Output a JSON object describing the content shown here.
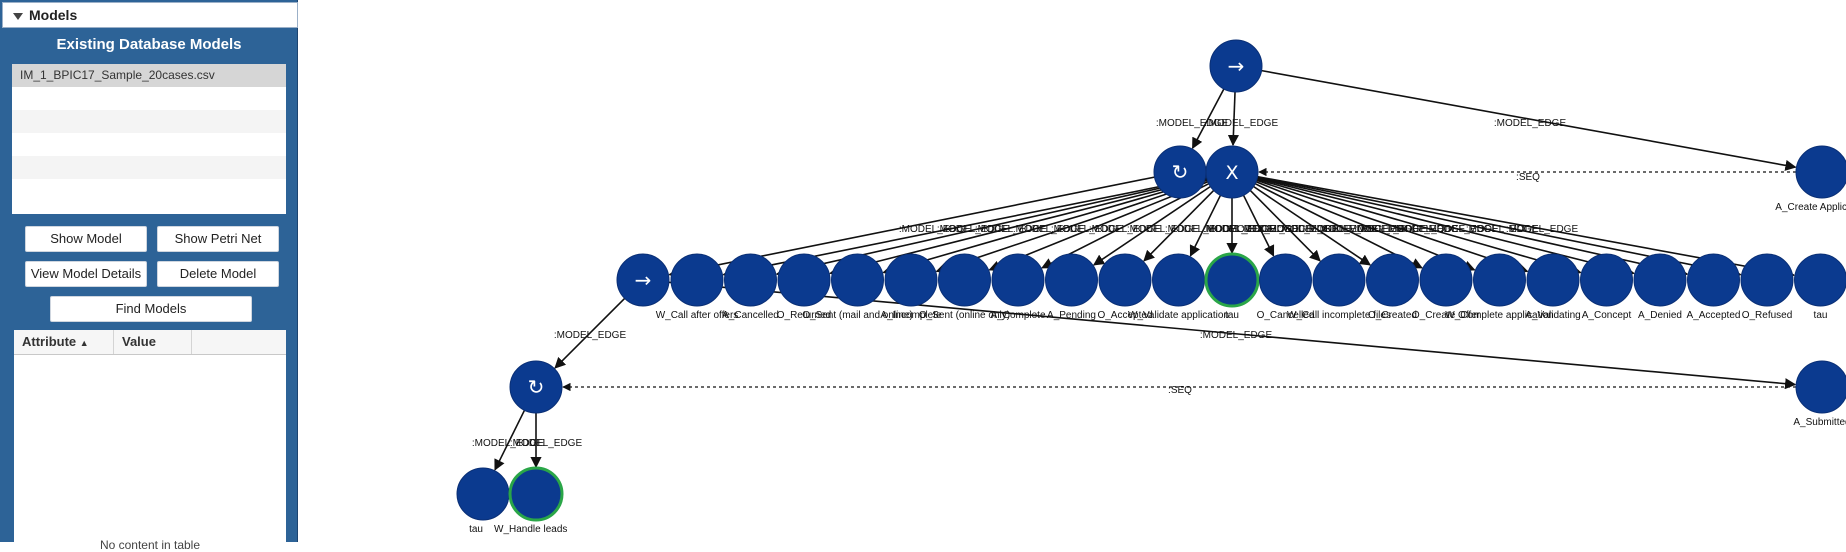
{
  "sidebar": {
    "section_title": "Models",
    "existing_title": "Existing Database Models",
    "model_list": [
      "IM_1_BPIC17_Sample_20cases.csv",
      "",
      "",
      "",
      "",
      ""
    ],
    "buttons": {
      "show_model": "Show Model",
      "show_petri_net": "Show Petri Net",
      "view_model_details": "View Model Details",
      "delete_model": "Delete Model",
      "find_models": "Find Models"
    },
    "table": {
      "columns": [
        "Attribute",
        "Value"
      ],
      "empty_text": "No content in table"
    }
  },
  "graph": {
    "edge_label_model": ":MODEL_EDGE",
    "edge_label_seq": ":SEQ",
    "operators": {
      "seq": "→",
      "loop": "↻",
      "xor": "X"
    },
    "activities": [
      "W_Call after offers",
      "A_Cancelled",
      "O_Returned",
      "O_Sent (mail and online)",
      "A_Incomplete",
      "O_Sent (online only)",
      "A_Complete",
      "A_Pending",
      "O_Accepted",
      "W_Validate application",
      "tau",
      "O_Cancelled",
      "W_Call incomplete files",
      "O_Created",
      "O_Create Offer",
      "W_Complete application",
      "A_Validating",
      "A_Concept",
      "A_Denied",
      "A_Accepted",
      "O_Refused",
      "tau"
    ],
    "right_nodes": {
      "create_application": "A_Create Application",
      "submitted": "A_Submitted"
    },
    "bottom_nodes": {
      "tau": "tau",
      "handle_leads": "W_Handle leads"
    },
    "colors": {
      "node": "#0b3a8f",
      "highlight": "#2aa648"
    }
  }
}
